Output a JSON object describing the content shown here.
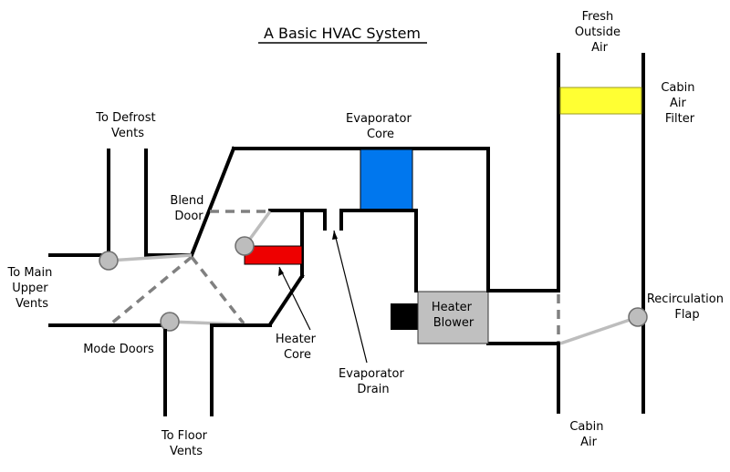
{
  "title": "A Basic HVAC System",
  "labels": {
    "fresh_air": [
      "Fresh",
      "Outside",
      "Air"
    ],
    "cabin_air_filter": [
      "Cabin",
      "Air",
      "Filter"
    ],
    "evaporator_core": [
      "Evaporator",
      "Core"
    ],
    "to_defrost_vents": [
      "To Defrost",
      "Vents"
    ],
    "blend_door": [
      "Blend",
      "Door"
    ],
    "to_main_upper_vents": [
      "To Main",
      "Upper",
      "Vents"
    ],
    "mode_doors": "Mode Doors",
    "heater_core": [
      "Heater",
      "Core"
    ],
    "evaporator_drain": [
      "Evaporator",
      "Drain"
    ],
    "heater_blower": [
      "Heater",
      "Blower"
    ],
    "recirculation_flap": [
      "Recirculation",
      "Flap"
    ],
    "cabin_air": [
      "Cabin",
      "Air"
    ],
    "to_floor_vents": [
      "To Floor",
      "Vents"
    ]
  },
  "colors": {
    "filter": "#ffff33",
    "evaporator_core": "#0077ee",
    "heater_core": "#ee0000",
    "heater_blower": "#c0c0c0",
    "door": "#bdbdbd",
    "dashed_door": "#808080"
  }
}
